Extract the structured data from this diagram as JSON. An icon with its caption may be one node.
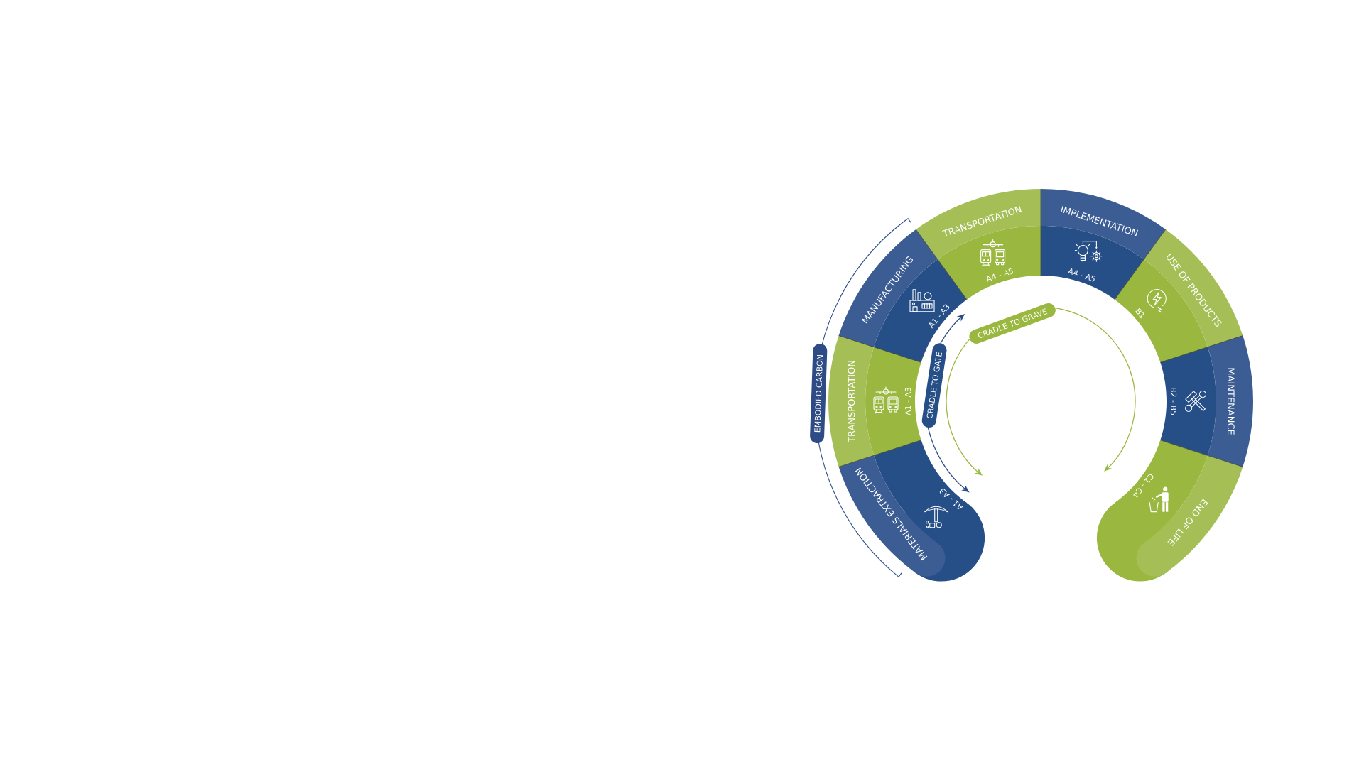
{
  "diagram": {
    "nodes": [
      {
        "text": [
          "MATERIALS EXTRACTION",
          "A1 - A3"
        ]
      },
      {
        "text": [
          "TRANSPORTATION",
          "A1 - A3"
        ]
      },
      {
        "text": [
          "MANUFACTURING",
          "A1 - A3"
        ]
      },
      {
        "text": [
          "TRANSPORTATION",
          "A4 - A5"
        ]
      },
      {
        "text": [
          "IMPLEMENTATION",
          "A4 - A5"
        ]
      },
      {
        "text": [
          "USE OF PRODUCTS",
          "B1"
        ]
      },
      {
        "text": [
          "MAINTENANCE",
          "B2 - B5"
        ]
      },
      {
        "text": [
          "END OF LIFE",
          "C1 - C4"
        ]
      },
      {
        "text": [
          "EMBODIED CARBON"
        ]
      },
      {
        "text": [
          "CRADLE TO GATE"
        ]
      },
      {
        "text": [
          "CRADLE TO GRAVE"
        ]
      }
    ],
    "edges": [
      {
        "from": 9,
        "to": 2,
        "arrow": "to",
        "color": "#2a4d87"
      },
      {
        "from": 9,
        "to": 0,
        "arrow": "to",
        "color": "#2a4d87"
      },
      {
        "from": 10,
        "to": 7,
        "arrow": "to",
        "color": "#9ab940"
      },
      {
        "from": 10,
        "to": 0,
        "arrow": "to",
        "color": "#9ab940"
      }
    ]
  }
}
